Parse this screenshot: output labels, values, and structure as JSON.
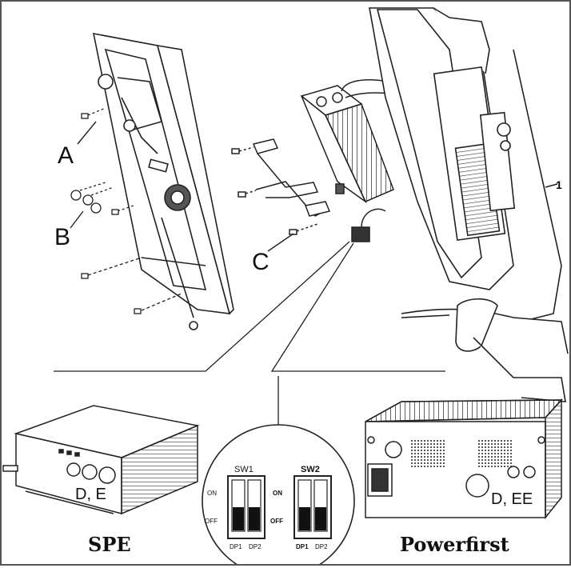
{
  "callouts": {
    "a": "A",
    "b": "B",
    "c": "C",
    "one": "1"
  },
  "chargers": {
    "left": {
      "name": "SPE",
      "code": "D, E"
    },
    "right": {
      "name": "Powerfirst",
      "code": "D, EE"
    }
  },
  "switches": {
    "sw1": {
      "title": "SW1",
      "on": "ON",
      "off": "OFF",
      "dp1": "DP1",
      "dp2": "DP2"
    },
    "sw2": {
      "title": "SW2",
      "on": "ON",
      "off": "OFF",
      "dp1": "DP1",
      "dp2": "DP2"
    }
  },
  "colors": {
    "line": "#222222",
    "fill": "#ffffff",
    "dark": "#111111",
    "grey": "#888888"
  },
  "icons": [
    "battery-mount-plate",
    "screw",
    "bracket",
    "charger-module",
    "chair-frame",
    "charger-spe",
    "charger-powerfirst",
    "dip-switch"
  ]
}
